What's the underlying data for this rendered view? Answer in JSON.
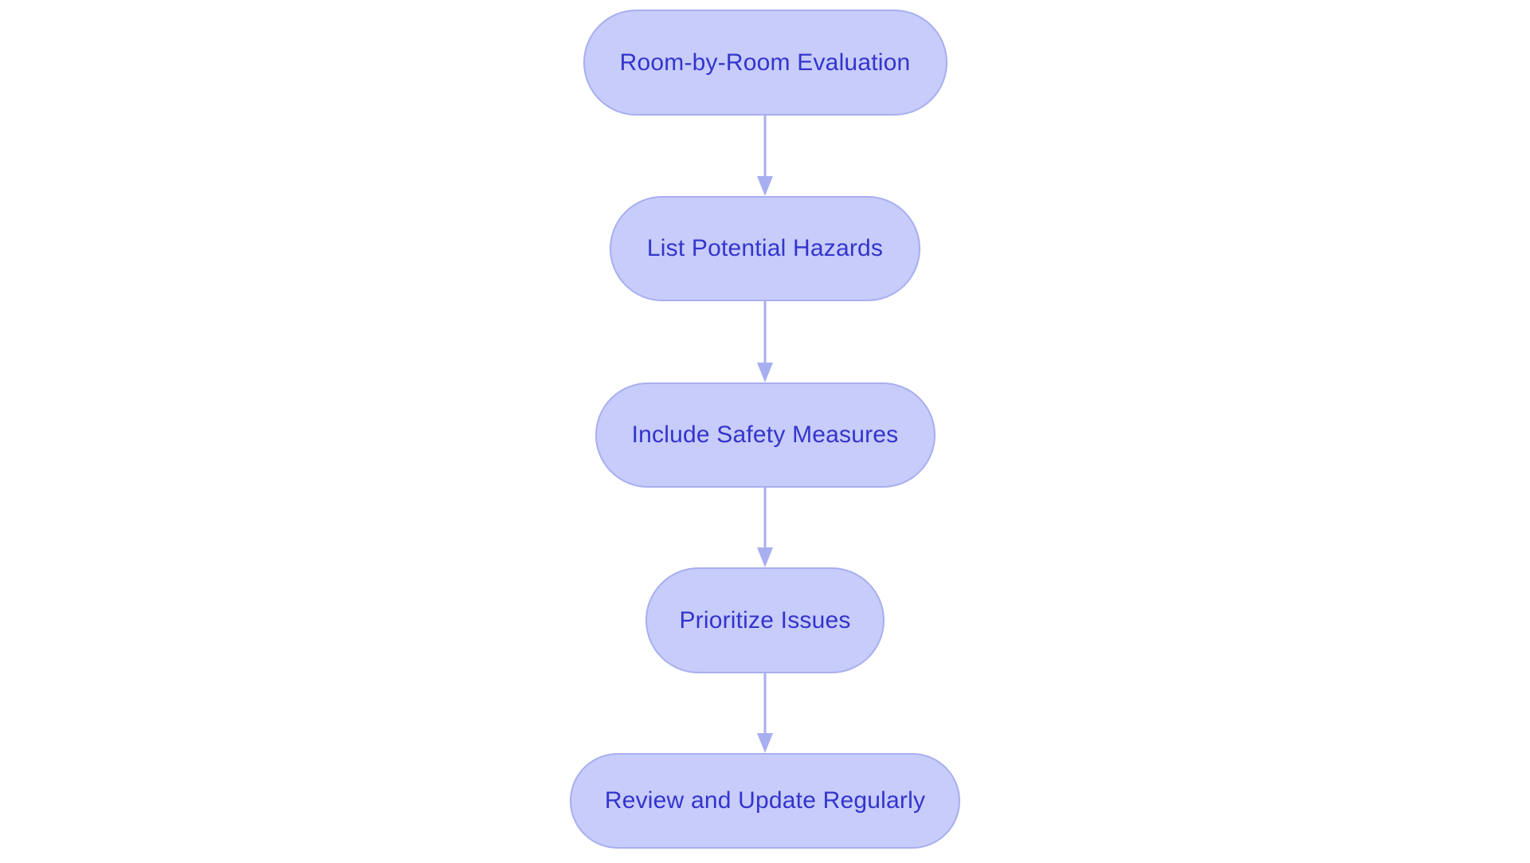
{
  "diagram": {
    "type": "flowchart",
    "orientation": "vertical-top-to-bottom",
    "background_color": "#FFFFFF",
    "node_fill_color": "#C7CCFA",
    "node_border_color": "#A8AFF0",
    "node_text_color": "#3434CC",
    "connector_color": "#A8AFF0",
    "node_shape": "pill",
    "nodes": [
      {
        "id": "n1",
        "label": "Room-by-Room Evaluation",
        "order": 1
      },
      {
        "id": "n2",
        "label": "List Potential Hazards",
        "order": 2
      },
      {
        "id": "n3",
        "label": "Include Safety Measures",
        "order": 3
      },
      {
        "id": "n4",
        "label": "Prioritize Issues",
        "order": 4
      },
      {
        "id": "n5",
        "label": "Review and Update Regularly",
        "order": 5
      }
    ],
    "edges": [
      {
        "id": "e1",
        "from": "n1",
        "to": "n2",
        "style": "solid",
        "arrow": "triangle-down"
      },
      {
        "id": "e2",
        "from": "n2",
        "to": "n3",
        "style": "solid",
        "arrow": "triangle-down"
      },
      {
        "id": "e3",
        "from": "n3",
        "to": "n4",
        "style": "solid",
        "arrow": "triangle-down"
      },
      {
        "id": "e4",
        "from": "n4",
        "to": "n5",
        "style": "solid",
        "arrow": "triangle-down"
      }
    ]
  }
}
